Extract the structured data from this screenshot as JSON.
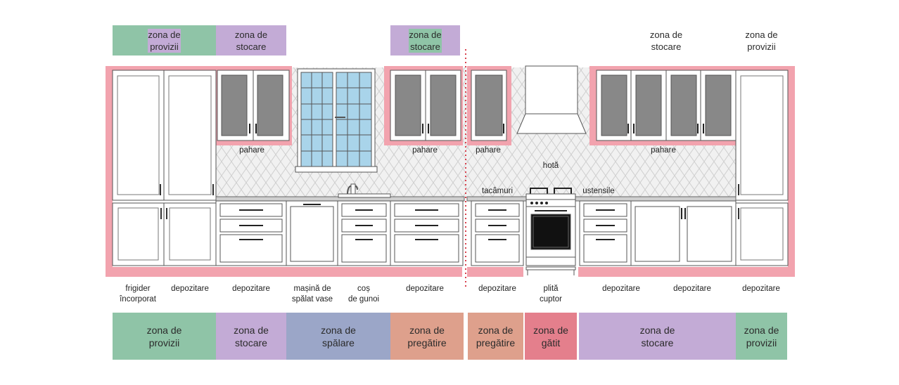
{
  "colors": {
    "provizii": "#8fc4a7",
    "stocare": "#c3abd6",
    "spalare": "#9ba6c8",
    "pregatire": "#dea08c",
    "gatit": "#e47f8c",
    "cabinet_highlight": "#f2a3ae",
    "divider": "#d9434f"
  },
  "top_zones": [
    {
      "text": "zona de\nprovizii",
      "color": "provizii"
    },
    {
      "text": "zona de\nstocare",
      "color": "stocare"
    },
    {
      "text": "zona de\nstocare",
      "color": "stocare"
    },
    {
      "text": "",
      "color": "stocare"
    },
    {
      "text": "zona de\nstocare",
      "color": "stocare"
    },
    {
      "text": "zona de\nprovizii",
      "color": "provizii"
    }
  ],
  "upper_labels": [
    "pahare",
    "pahare",
    "pahare",
    "pahare"
  ],
  "hood_label": "hotă",
  "counter_labels": [
    "tacâmuri",
    "ustensile"
  ],
  "bottom_labels": [
    "frigider\nîncorporat",
    "depozitare",
    "depozitare",
    "mașină de\nspălat vase",
    "coș\nde gunoi",
    "depozitare",
    "depozitare",
    "plită\ncuptor",
    "depozitare",
    "depozitare",
    "depozitare"
  ],
  "bottom_zones": [
    {
      "text": "zona de\nprovizii",
      "color": "provizii"
    },
    {
      "text": "zona de\nstocare",
      "color": "stocare"
    },
    {
      "text": "zona de\nspălare",
      "color": "spalare"
    },
    {
      "text": "zona de\npregătire",
      "color": "pregatire"
    },
    {
      "text": "zona de\npregătire",
      "color": "pregatire"
    },
    {
      "text": "zona de\ngătit",
      "color": "gatit"
    },
    {
      "text": "zona de\nstocare",
      "color": "stocare"
    },
    {
      "text": "zona de\nprovizii",
      "color": "provizii"
    }
  ]
}
